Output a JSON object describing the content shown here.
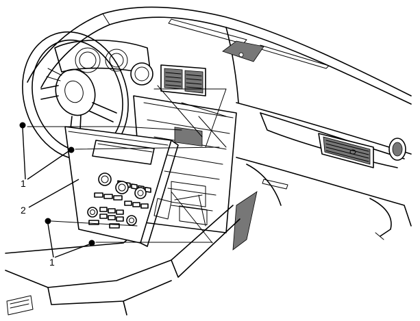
{
  "callouts": {
    "fastener_top": "1",
    "bezel": "2",
    "fastener_bottom": "1"
  }
}
